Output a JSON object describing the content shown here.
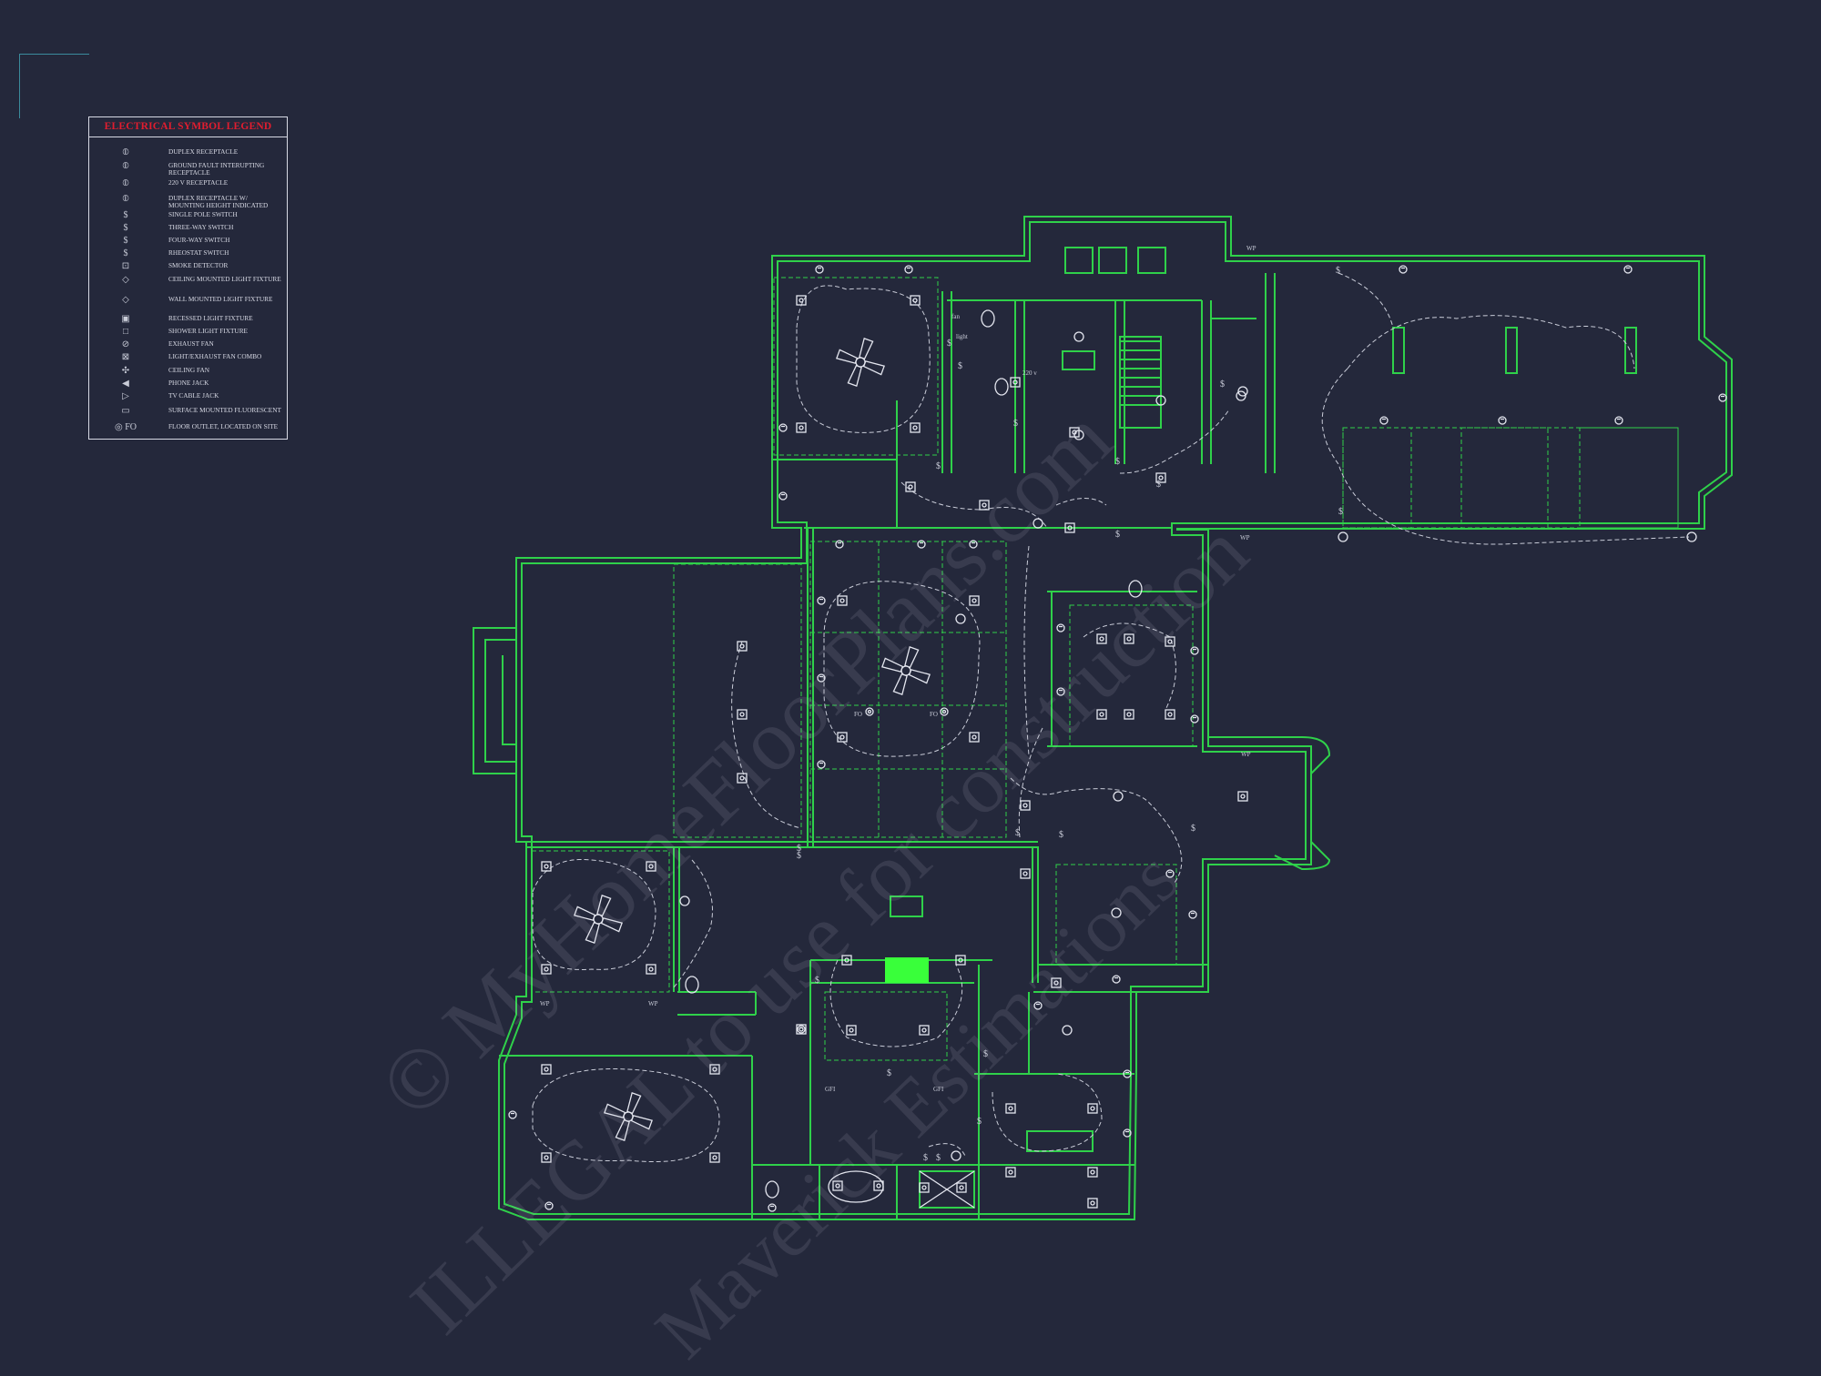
{
  "legend": {
    "title": "ELECTRICAL SYMBOL LEGEND",
    "items": [
      {
        "icon": "duplex-receptacle-icon",
        "glyph": "⦶",
        "label": "DUPLEX RECEPTACLE"
      },
      {
        "icon": "gfi-receptacle-icon",
        "glyph": "⦶",
        "label": "GROUND FAULT INTERUPTING RECEPTACLE"
      },
      {
        "icon": "220v-receptacle-icon",
        "glyph": "⦶",
        "label": "220 V RECEPTACLE"
      },
      {
        "icon": "duplex-receptacle-height-icon",
        "glyph": "⦶",
        "label": "DUPLEX RECEPTACLE W/ MOUNTING HEIGHT INDICATED"
      },
      {
        "icon": "single-pole-switch-icon",
        "glyph": "$",
        "label": "SINGLE POLE SWITCH"
      },
      {
        "icon": "three-way-switch-icon",
        "glyph": "$",
        "label": "THREE-WAY SWITCH"
      },
      {
        "icon": "four-way-switch-icon",
        "glyph": "$",
        "label": "FOUR-WAY SWITCH"
      },
      {
        "icon": "rheostat-switch-icon",
        "glyph": "$",
        "label": "RHEOSTAT SWITCH"
      },
      {
        "icon": "smoke-detector-icon",
        "glyph": "⊡",
        "label": "SMOKE DETECTOR"
      },
      {
        "icon": "ceiling-light-icon",
        "glyph": "◇",
        "label": "CEILING MOUNTED LIGHT FIXTURE"
      },
      {
        "icon": "wall-light-icon",
        "glyph": "◇",
        "label": "WALL MOUNTED LIGHT FIXTURE"
      },
      {
        "icon": "recessed-light-icon",
        "glyph": "▣",
        "label": "RECESSED LIGHT FIXTURE"
      },
      {
        "icon": "shower-light-icon",
        "glyph": "□",
        "label": "SHOWER LIGHT FIXTURE"
      },
      {
        "icon": "exhaust-fan-icon",
        "glyph": "⊘",
        "label": "EXHAUST FAN"
      },
      {
        "icon": "light-exhaust-fan-icon",
        "glyph": "⊠",
        "label": "LIGHT/EXHAUST FAN COMBO"
      },
      {
        "icon": "ceiling-fan-icon",
        "glyph": "✣",
        "label": "CEILING FAN"
      },
      {
        "icon": "phone-jack-icon",
        "glyph": "◀",
        "label": "PHONE JACK"
      },
      {
        "icon": "tv-cable-jack-icon",
        "glyph": "▷",
        "label": "TV CABLE JACK"
      },
      {
        "icon": "surface-fluorescent-icon",
        "glyph": "▭",
        "label": "SURFACE MOUNTED FLUORESCENT"
      },
      {
        "icon": "floor-outlet-icon",
        "glyph": "◎ FO",
        "label": "FLOOR OUTLET, LOCATED ON SITE"
      }
    ]
  },
  "plan_labels": {
    "fo": "FO",
    "fan": "fan",
    "light": "light",
    "wp": "WP",
    "gfi": "GFI",
    "v220": "220 v"
  },
  "watermark": {
    "line1": "© MyHomeFloorPlans.com",
    "line2": "ILLEGAL to use for construction",
    "line3": "Maverick Estimations"
  },
  "colors": {
    "background": "#24283b",
    "walls": "#2fd14a",
    "fixtures": "#e4e6ef",
    "wiring": "#c9ccd8",
    "legend_title": "#e11d2f"
  }
}
